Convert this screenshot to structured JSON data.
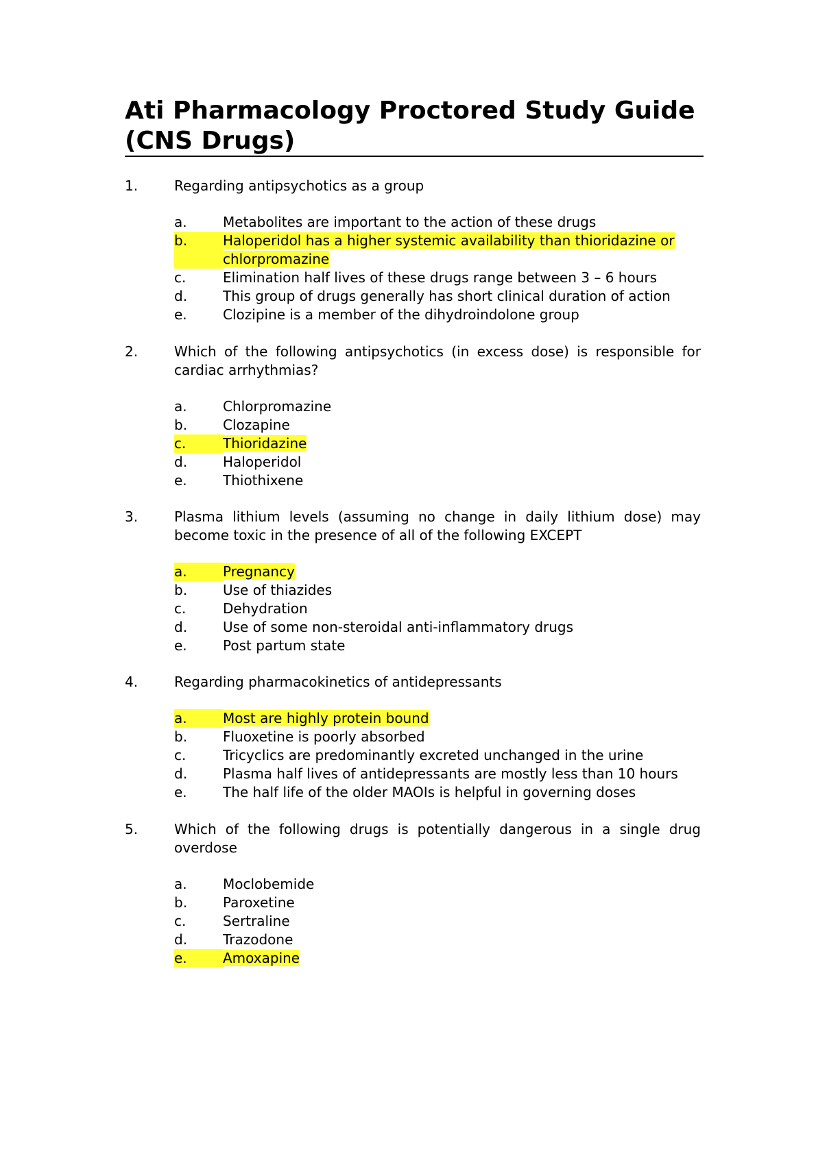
{
  "document": {
    "title_line1": "Ati Pharmacology Proctored Study Guide",
    "title_line2": "(CNS Drugs)",
    "highlight_color": "#ffff33"
  },
  "questions": [
    {
      "number": "1.",
      "text": "Regarding antipsychotics as a group",
      "options": [
        {
          "letter": "a.",
          "text": "Metabolites are important to the action of these drugs",
          "highlighted": false
        },
        {
          "letter": "b.",
          "text": "Haloperidol has a higher systemic availability than thioridazine or chlorpromazine",
          "highlighted": true
        },
        {
          "letter": "c.",
          "text": "Elimination half lives of these drugs range between 3 – 6 hours",
          "highlighted": false
        },
        {
          "letter": "d.",
          "text": "This group of drugs generally has short clinical duration of action",
          "highlighted": false
        },
        {
          "letter": "e.",
          "text": "Clozipine is a member of the dihydroindolone group",
          "highlighted": false
        }
      ]
    },
    {
      "number": "2.",
      "text": "Which of the following antipsychotics (in excess dose) is responsible for cardiac arrhythmias?",
      "options": [
        {
          "letter": "a.",
          "text": "Chlorpromazine",
          "highlighted": false
        },
        {
          "letter": "b.",
          "text": "Clozapine",
          "highlighted": false
        },
        {
          "letter": "c.",
          "text": "Thioridazine",
          "highlighted": true
        },
        {
          "letter": "d.",
          "text": "Haloperidol",
          "highlighted": false
        },
        {
          "letter": "e.",
          "text": "Thiothixene",
          "highlighted": false
        }
      ]
    },
    {
      "number": "3.",
      "text": "Plasma lithium levels (assuming no change in daily lithium dose) may become toxic in the presence of all of the following EXCEPT",
      "options": [
        {
          "letter": "a.",
          "text": "Pregnancy",
          "highlighted": true
        },
        {
          "letter": "b.",
          "text": "Use of thiazides",
          "highlighted": false
        },
        {
          "letter": "c.",
          "text": "Dehydration",
          "highlighted": false
        },
        {
          "letter": "d.",
          "text": "Use of some non-steroidal anti-inflammatory drugs",
          "highlighted": false
        },
        {
          "letter": "e.",
          "text": "Post partum state",
          "highlighted": false
        }
      ]
    },
    {
      "number": "4.",
      "text": "Regarding pharmacokinetics of antidepressants",
      "options": [
        {
          "letter": "a.",
          "text": "Most are highly protein bound",
          "highlighted": true
        },
        {
          "letter": "b.",
          "text": "Fluoxetine is poorly absorbed",
          "highlighted": false
        },
        {
          "letter": "c.",
          "text": "Tricyclics are predominantly excreted unchanged in the urine",
          "highlighted": false
        },
        {
          "letter": "d.",
          "text": "Plasma half lives of antidepressants are mostly less than 10 hours",
          "highlighted": false
        },
        {
          "letter": "e.",
          "text": "The half life of the older MAOIs is helpful in governing doses",
          "highlighted": false
        }
      ]
    },
    {
      "number": "5.",
      "text": "Which of the following drugs is potentially dangerous in a single drug overdose",
      "options": [
        {
          "letter": "a.",
          "text": "Moclobemide",
          "highlighted": false
        },
        {
          "letter": "b.",
          "text": "Paroxetine",
          "highlighted": false
        },
        {
          "letter": "c.",
          "text": "Sertraline",
          "highlighted": false
        },
        {
          "letter": "d.",
          "text": "Trazodone",
          "highlighted": false
        },
        {
          "letter": "e.",
          "text": "Amoxapine",
          "highlighted": true
        }
      ]
    }
  ]
}
